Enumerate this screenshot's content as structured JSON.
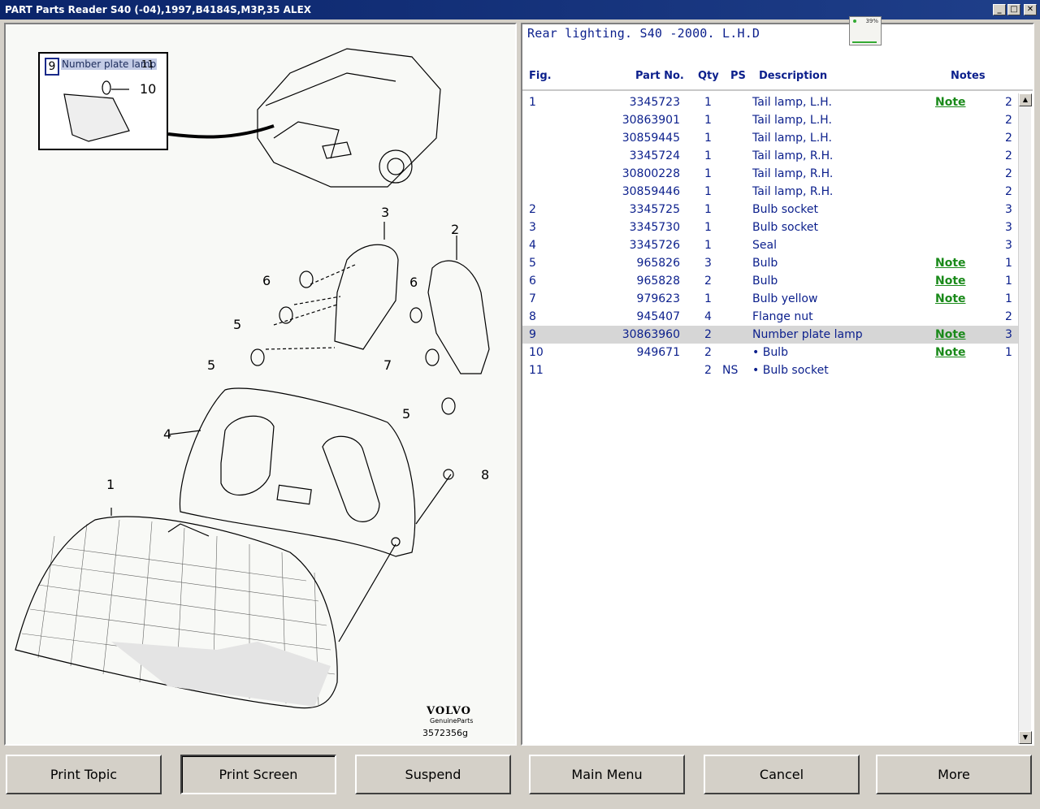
{
  "window": {
    "title": "PART Parts Reader S40 (-04),1997,B4184S,M3P,35 ALEX",
    "minimize_icon": "_",
    "maximize_icon": "□",
    "close_icon": "✕"
  },
  "diagram": {
    "inset_fig_number": "9",
    "inset_label": "Number plate lamp",
    "inset_callouts": [
      "11",
      "10"
    ],
    "callouts": [
      "3",
      "2",
      "6",
      "6",
      "5",
      "5",
      "7",
      "5",
      "4",
      "8",
      "1"
    ],
    "brand": "VOLVO",
    "brand_sub": "GenuineParts",
    "drawing_number": "3572356g"
  },
  "parts": {
    "section_title": "Rear lighting. S40 -2000. L.H.D",
    "progress_percent": "39%",
    "headers": {
      "fig": "Fig.",
      "part_no": "Part No.",
      "qty": "Qty",
      "ps": "PS",
      "description": "Description",
      "notes": "Notes"
    },
    "rows": [
      {
        "fig": "1",
        "part": "3345723",
        "qty": "1",
        "ps": "",
        "desc": "Tail lamp, L.H.",
        "note": "Note",
        "last": "2"
      },
      {
        "fig": "",
        "part": "30863901",
        "qty": "1",
        "ps": "",
        "desc": "Tail lamp, L.H.",
        "note": "",
        "last": "2"
      },
      {
        "fig": "",
        "part": "30859445",
        "qty": "1",
        "ps": "",
        "desc": "Tail lamp, L.H.",
        "note": "",
        "last": "2"
      },
      {
        "fig": "",
        "part": "3345724",
        "qty": "1",
        "ps": "",
        "desc": "Tail lamp, R.H.",
        "note": "",
        "last": "2"
      },
      {
        "fig": "",
        "part": "30800228",
        "qty": "1",
        "ps": "",
        "desc": "Tail lamp, R.H.",
        "note": "",
        "last": "2"
      },
      {
        "fig": "",
        "part": "30859446",
        "qty": "1",
        "ps": "",
        "desc": "Tail lamp, R.H.",
        "note": "",
        "last": "2"
      },
      {
        "fig": "2",
        "part": "3345725",
        "qty": "1",
        "ps": "",
        "desc": "Bulb socket",
        "note": "",
        "last": "3"
      },
      {
        "fig": "3",
        "part": "3345730",
        "qty": "1",
        "ps": "",
        "desc": "Bulb socket",
        "note": "",
        "last": "3"
      },
      {
        "fig": "4",
        "part": "3345726",
        "qty": "1",
        "ps": "",
        "desc": "Seal",
        "note": "",
        "last": "3"
      },
      {
        "fig": "5",
        "part": "965826",
        "qty": "3",
        "ps": "",
        "desc": "Bulb",
        "note": "Note",
        "last": "1"
      },
      {
        "fig": "6",
        "part": "965828",
        "qty": "2",
        "ps": "",
        "desc": "Bulb",
        "note": "Note",
        "last": "1"
      },
      {
        "fig": "7",
        "part": "979623",
        "qty": "1",
        "ps": "",
        "desc": "Bulb yellow",
        "note": "Note",
        "last": "1"
      },
      {
        "fig": "8",
        "part": "945407",
        "qty": "4",
        "ps": "",
        "desc": "Flange nut",
        "note": "",
        "last": "2"
      },
      {
        "fig": "9",
        "part": "30863960",
        "qty": "2",
        "ps": "",
        "desc": "Number plate lamp",
        "note": "Note",
        "last": "3",
        "selected": true
      },
      {
        "fig": "10",
        "part": "949671",
        "qty": "2",
        "ps": "",
        "desc": "• Bulb",
        "note": "Note",
        "last": "1"
      },
      {
        "fig": "11",
        "part": "",
        "qty": "2",
        "ps": "NS",
        "desc": "• Bulb socket",
        "note": "",
        "last": ""
      }
    ]
  },
  "buttons": {
    "print_topic": "Print Topic",
    "print_screen": "Print Screen",
    "suspend": "Suspend",
    "main_menu": "Main Menu",
    "cancel": "Cancel",
    "more": "More"
  },
  "colors": {
    "title_bar": "#0a246a",
    "text_blue": "#0b1f8c",
    "note_green": "#1a8a1a",
    "selected_row": "#d6d6d6"
  }
}
